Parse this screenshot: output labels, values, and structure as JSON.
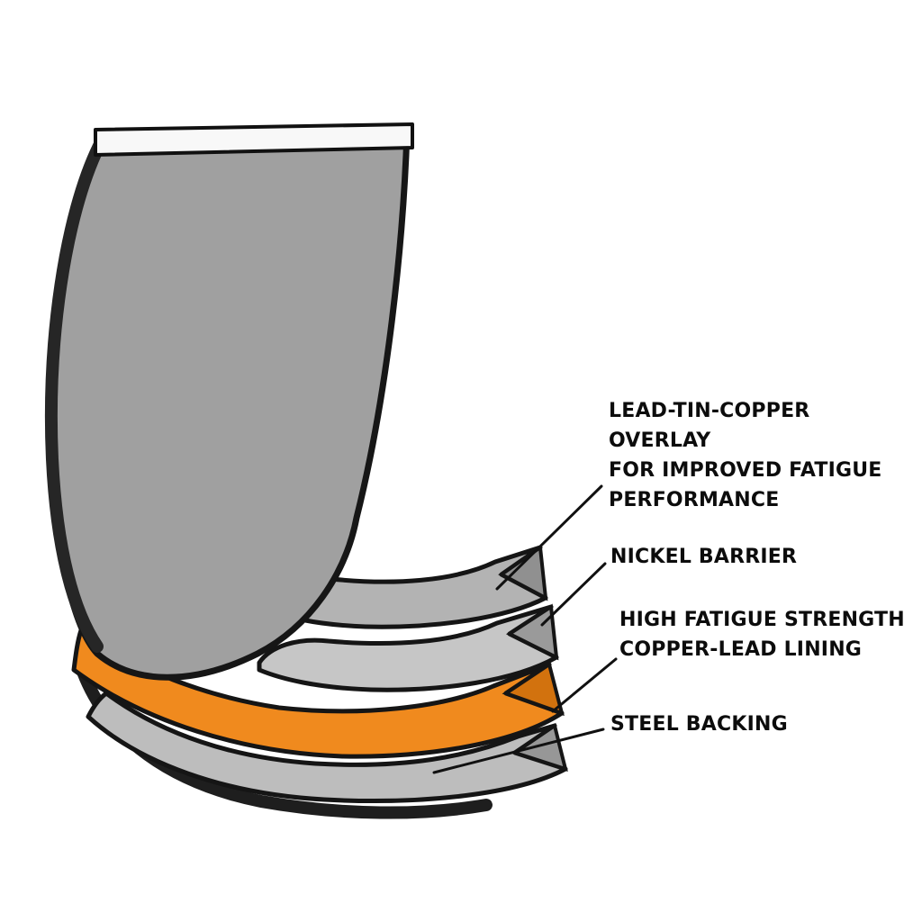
{
  "diagram": {
    "background": "#FFFFFF",
    "outline_color": "#161616",
    "shell_color": "#A0A0A0",
    "parting_face_color": "#F8F8F8",
    "layers": [
      {
        "id": "lead-tin-copper-overlay",
        "label": "LEAD-TIN-COPPER OVERLAY\nFOR IMPROVED FATIGUE\nPERFORMANCE",
        "color": "#B3B3B3"
      },
      {
        "id": "nickel-barrier",
        "label": "NICKEL BARRIER",
        "color": "#C6C6C6"
      },
      {
        "id": "copper-lead-lining",
        "label": "HIGH FATIGUE STRENGTH\nCOPPER-LEAD LINING",
        "color": "#F08A1E"
      },
      {
        "id": "steel-backing",
        "label": "STEEL BACKING",
        "color": "#BDBDBD"
      }
    ]
  }
}
